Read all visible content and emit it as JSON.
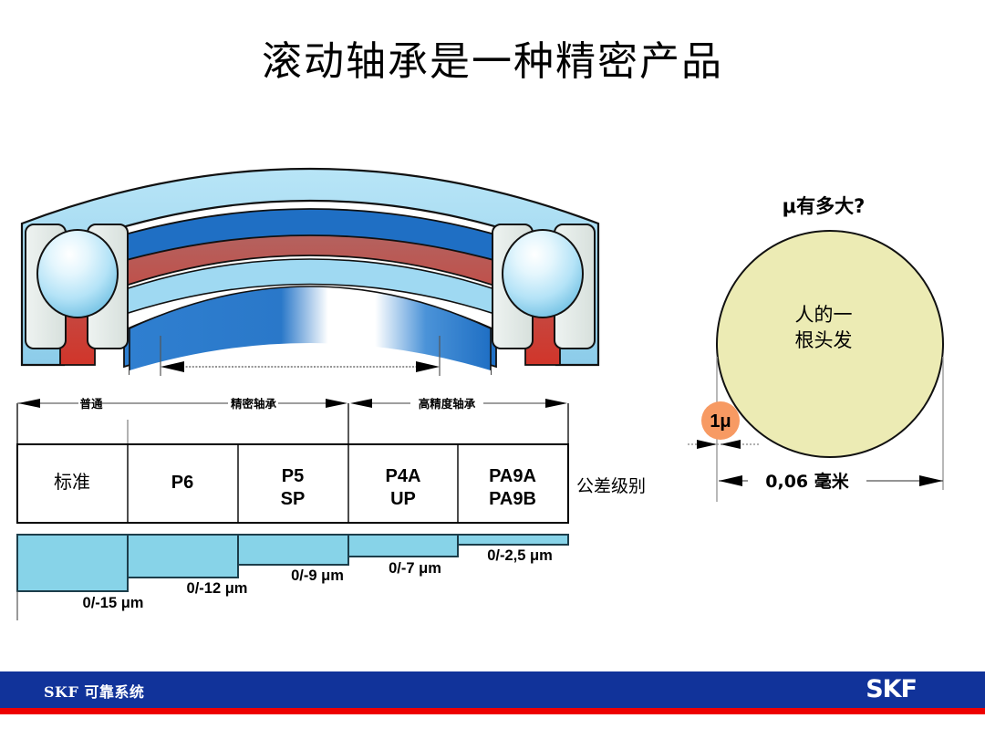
{
  "slide": {
    "title": "滚动轴承是一种精密产品"
  },
  "bearing": {
    "name": "cross-section-of-ball-bearing",
    "colors": {
      "outer_ring_light": "#9fd9f2",
      "inner_ring_blue": "#1f6fc4",
      "raceway_red": "#c0392b",
      "raceway_pink": "#c98b8b",
      "cage_grey": "#e3e9e6",
      "ball_light": "#cfeefb"
    },
    "dimension_arrow": "bore-width-dimension"
  },
  "tolerance_chart": {
    "categories": [
      {
        "label": "普通"
      },
      {
        "label": "精密轴承"
      },
      {
        "label": "高精度轴承"
      }
    ],
    "columns": [
      {
        "label_lines": [
          "标准"
        ],
        "tolerance": "0/-15 μm",
        "value": 15
      },
      {
        "label_lines": [
          "P6"
        ],
        "tolerance": "0/-12 μm",
        "value": 12
      },
      {
        "label_lines": [
          "P5",
          "SP"
        ],
        "tolerance": "0/-9 μm",
        "value": 9
      },
      {
        "label_lines": [
          "P4A",
          "UP"
        ],
        "tolerance": "0/-7 μm",
        "value": 7
      },
      {
        "label_lines": [
          "PA9A",
          "PA9B"
        ],
        "tolerance": "0/-2,5 μm",
        "value": 2.5
      }
    ],
    "axis_caption": "公差级别",
    "bar_color": "#87d3e8",
    "bar_border": "#1c3d4a"
  },
  "chart_data": {
    "type": "bar",
    "title": "公差级别",
    "categories": [
      "标准",
      "P6",
      "P5 / SP",
      "P4A / UP",
      "PA9A / PA9B"
    ],
    "values": [
      15,
      12,
      9,
      7,
      2.5
    ],
    "value_labels": [
      "0/-15 μm",
      "0/-12 μm",
      "0/-9 μm",
      "0/-7 μm",
      "0/-2,5 μm"
    ],
    "groups": [
      {
        "name": "普通",
        "columns": [
          "标准",
          "P6"
        ]
      },
      {
        "name": "精密轴承",
        "columns": [
          "P5 / SP"
        ]
      },
      {
        "name": "高精度轴承",
        "columns": [
          "P4A / UP",
          "PA9A / PA9B"
        ]
      }
    ],
    "xlabel": "公差级别",
    "ylabel": "μm",
    "ylim": [
      0,
      15
    ],
    "grid": false,
    "legend": "none"
  },
  "hair": {
    "title": "μ有多大?",
    "circle_label_lines": [
      "人的一",
      "根头发"
    ],
    "micron_badge": "1μ",
    "diameter_label": "0,06 毫米",
    "colors": {
      "hair_fill": "#ecebb4",
      "badge_fill": "#f79a63"
    }
  },
  "footer": {
    "left_text": "SKF 可靠系统",
    "logo": "SKF",
    "bar_color": "#11339a",
    "rule_color": "#ee0000"
  }
}
